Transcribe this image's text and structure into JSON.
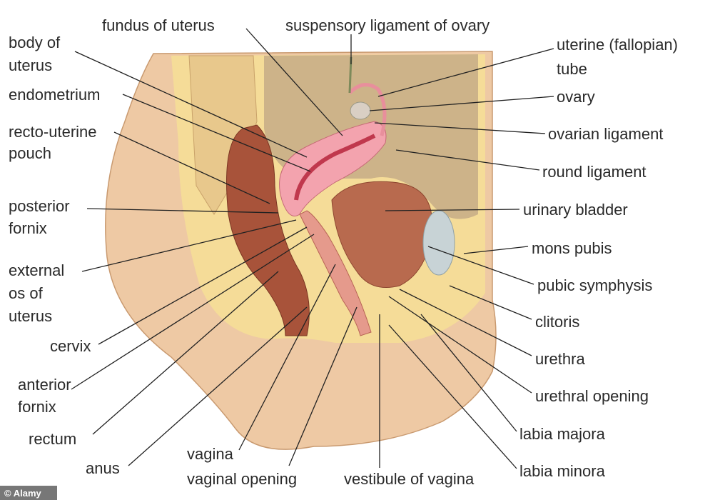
{
  "diagram": {
    "labels": {
      "body_of_uterus": [
        "body of",
        "uterus"
      ],
      "endometrium": [
        "endometrium"
      ],
      "recto_uterine_pouch": [
        "recto-uterine",
        "pouch"
      ],
      "posterior_fornix": [
        "posterior",
        "fornix"
      ],
      "external_os": [
        "external",
        "os of",
        "uterus"
      ],
      "cervix": [
        "cervix"
      ],
      "anterior_fornix": [
        "anterior",
        "fornix"
      ],
      "rectum": [
        "rectum"
      ],
      "anus": [
        "anus"
      ],
      "vagina": [
        "vagina"
      ],
      "vaginal_opening": [
        "vaginal opening"
      ],
      "vestibule": [
        "vestibule of vagina"
      ],
      "fundus": [
        "fundus of uterus"
      ],
      "suspensory": [
        "suspensory ligament of ovary"
      ],
      "tube": [
        "uterine (fallopian)",
        "tube"
      ],
      "ovary": [
        "ovary"
      ],
      "ovarian_ligament": [
        "ovarian ligament"
      ],
      "round_ligament": [
        "round ligament"
      ],
      "bladder": [
        "urinary bladder"
      ],
      "mons": [
        "mons pubis"
      ],
      "symphysis": [
        "pubic symphysis"
      ],
      "clitoris": [
        "clitoris"
      ],
      "urethra": [
        "urethra"
      ],
      "urethral_opening": [
        "urethral opening"
      ],
      "labia_majora": [
        "labia majora"
      ],
      "labia_minora": [
        "labia minora"
      ]
    },
    "watermark": "© Alamy"
  }
}
